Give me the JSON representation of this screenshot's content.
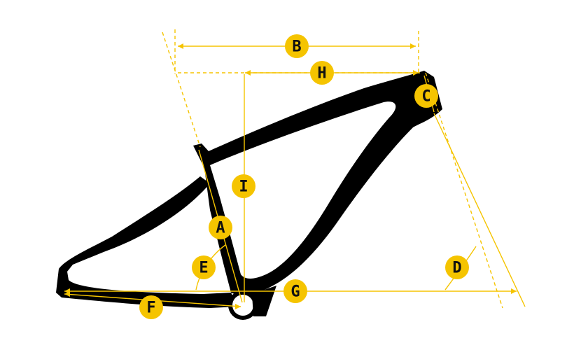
{
  "colors": {
    "frame": "#000000",
    "dimension": "#F5C400",
    "label_text": "#111111",
    "background": "#FFFFFF"
  },
  "labels": {
    "a": "A",
    "b": "B",
    "c": "C",
    "d": "D",
    "e": "E",
    "f": "F",
    "g": "G",
    "h": "H",
    "i": "I"
  }
}
